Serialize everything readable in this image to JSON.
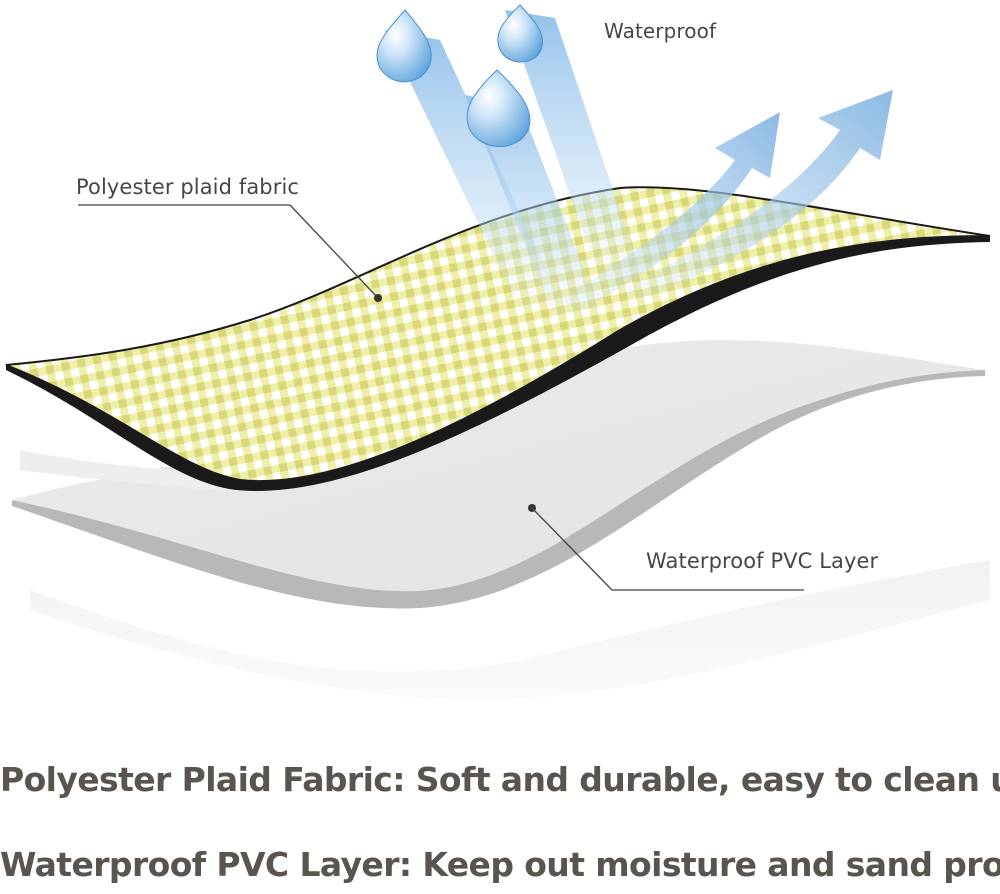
{
  "labels": {
    "waterproof": "Waterproof",
    "polyester": "Polyester plaid fabric",
    "pvc": "Waterproof PVC Layer"
  },
  "captions": [
    "Polyester Plaid Fabric: Soft and durable, easy to clean up",
    "Waterproof PVC Layer: Keep out moisture and sand proof"
  ],
  "colors": {
    "plaid_yellow": "#eaea9e",
    "plaid_dark_line": "#c8c860",
    "pvc_gray": "#e6e6e6",
    "water_blue": "#7ab4e6",
    "text": "#4a4540"
  }
}
